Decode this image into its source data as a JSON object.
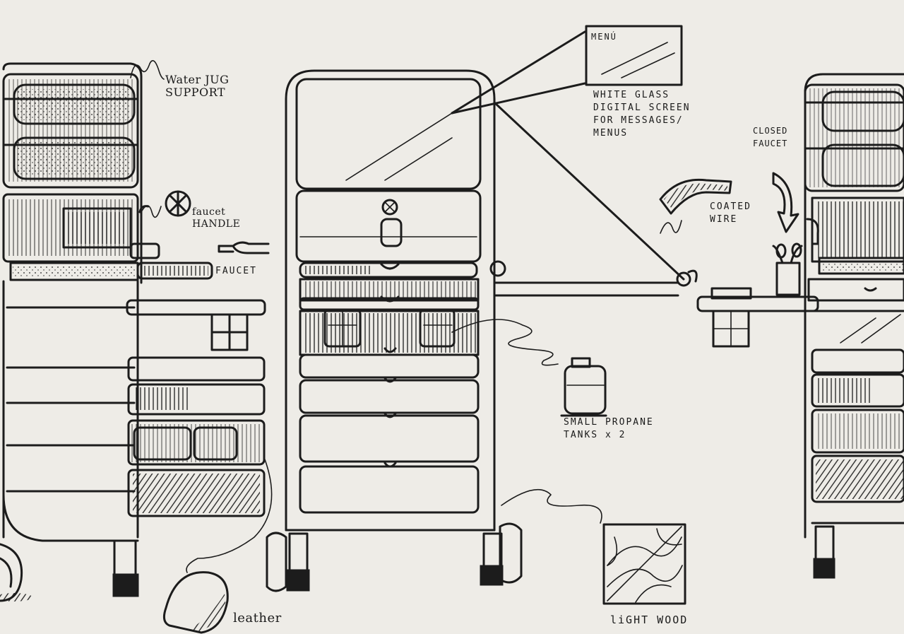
{
  "annotations": {
    "water_jug_support": "Water JUG\nSUPPORT",
    "faucet_handle": "faucet\nHANDLE",
    "faucet": "FAUCET",
    "menu_screen": "MENÚ",
    "white_glass_screen": "WHITE GLASS\nDIGITAL SCREEN\nFOR MESSAGES/\nMENUS",
    "closed_faucet": "CLOSED\nFAUCET",
    "coated_wire": "COATED\nWIRE",
    "small_propane_tanks": "SMALL PROPANE\nTANKS x 2",
    "light_wood": "liGHT WOOD",
    "leather": "leather"
  },
  "colors": {
    "paper": "#eeece7",
    "ink": "#1c1c1c"
  }
}
